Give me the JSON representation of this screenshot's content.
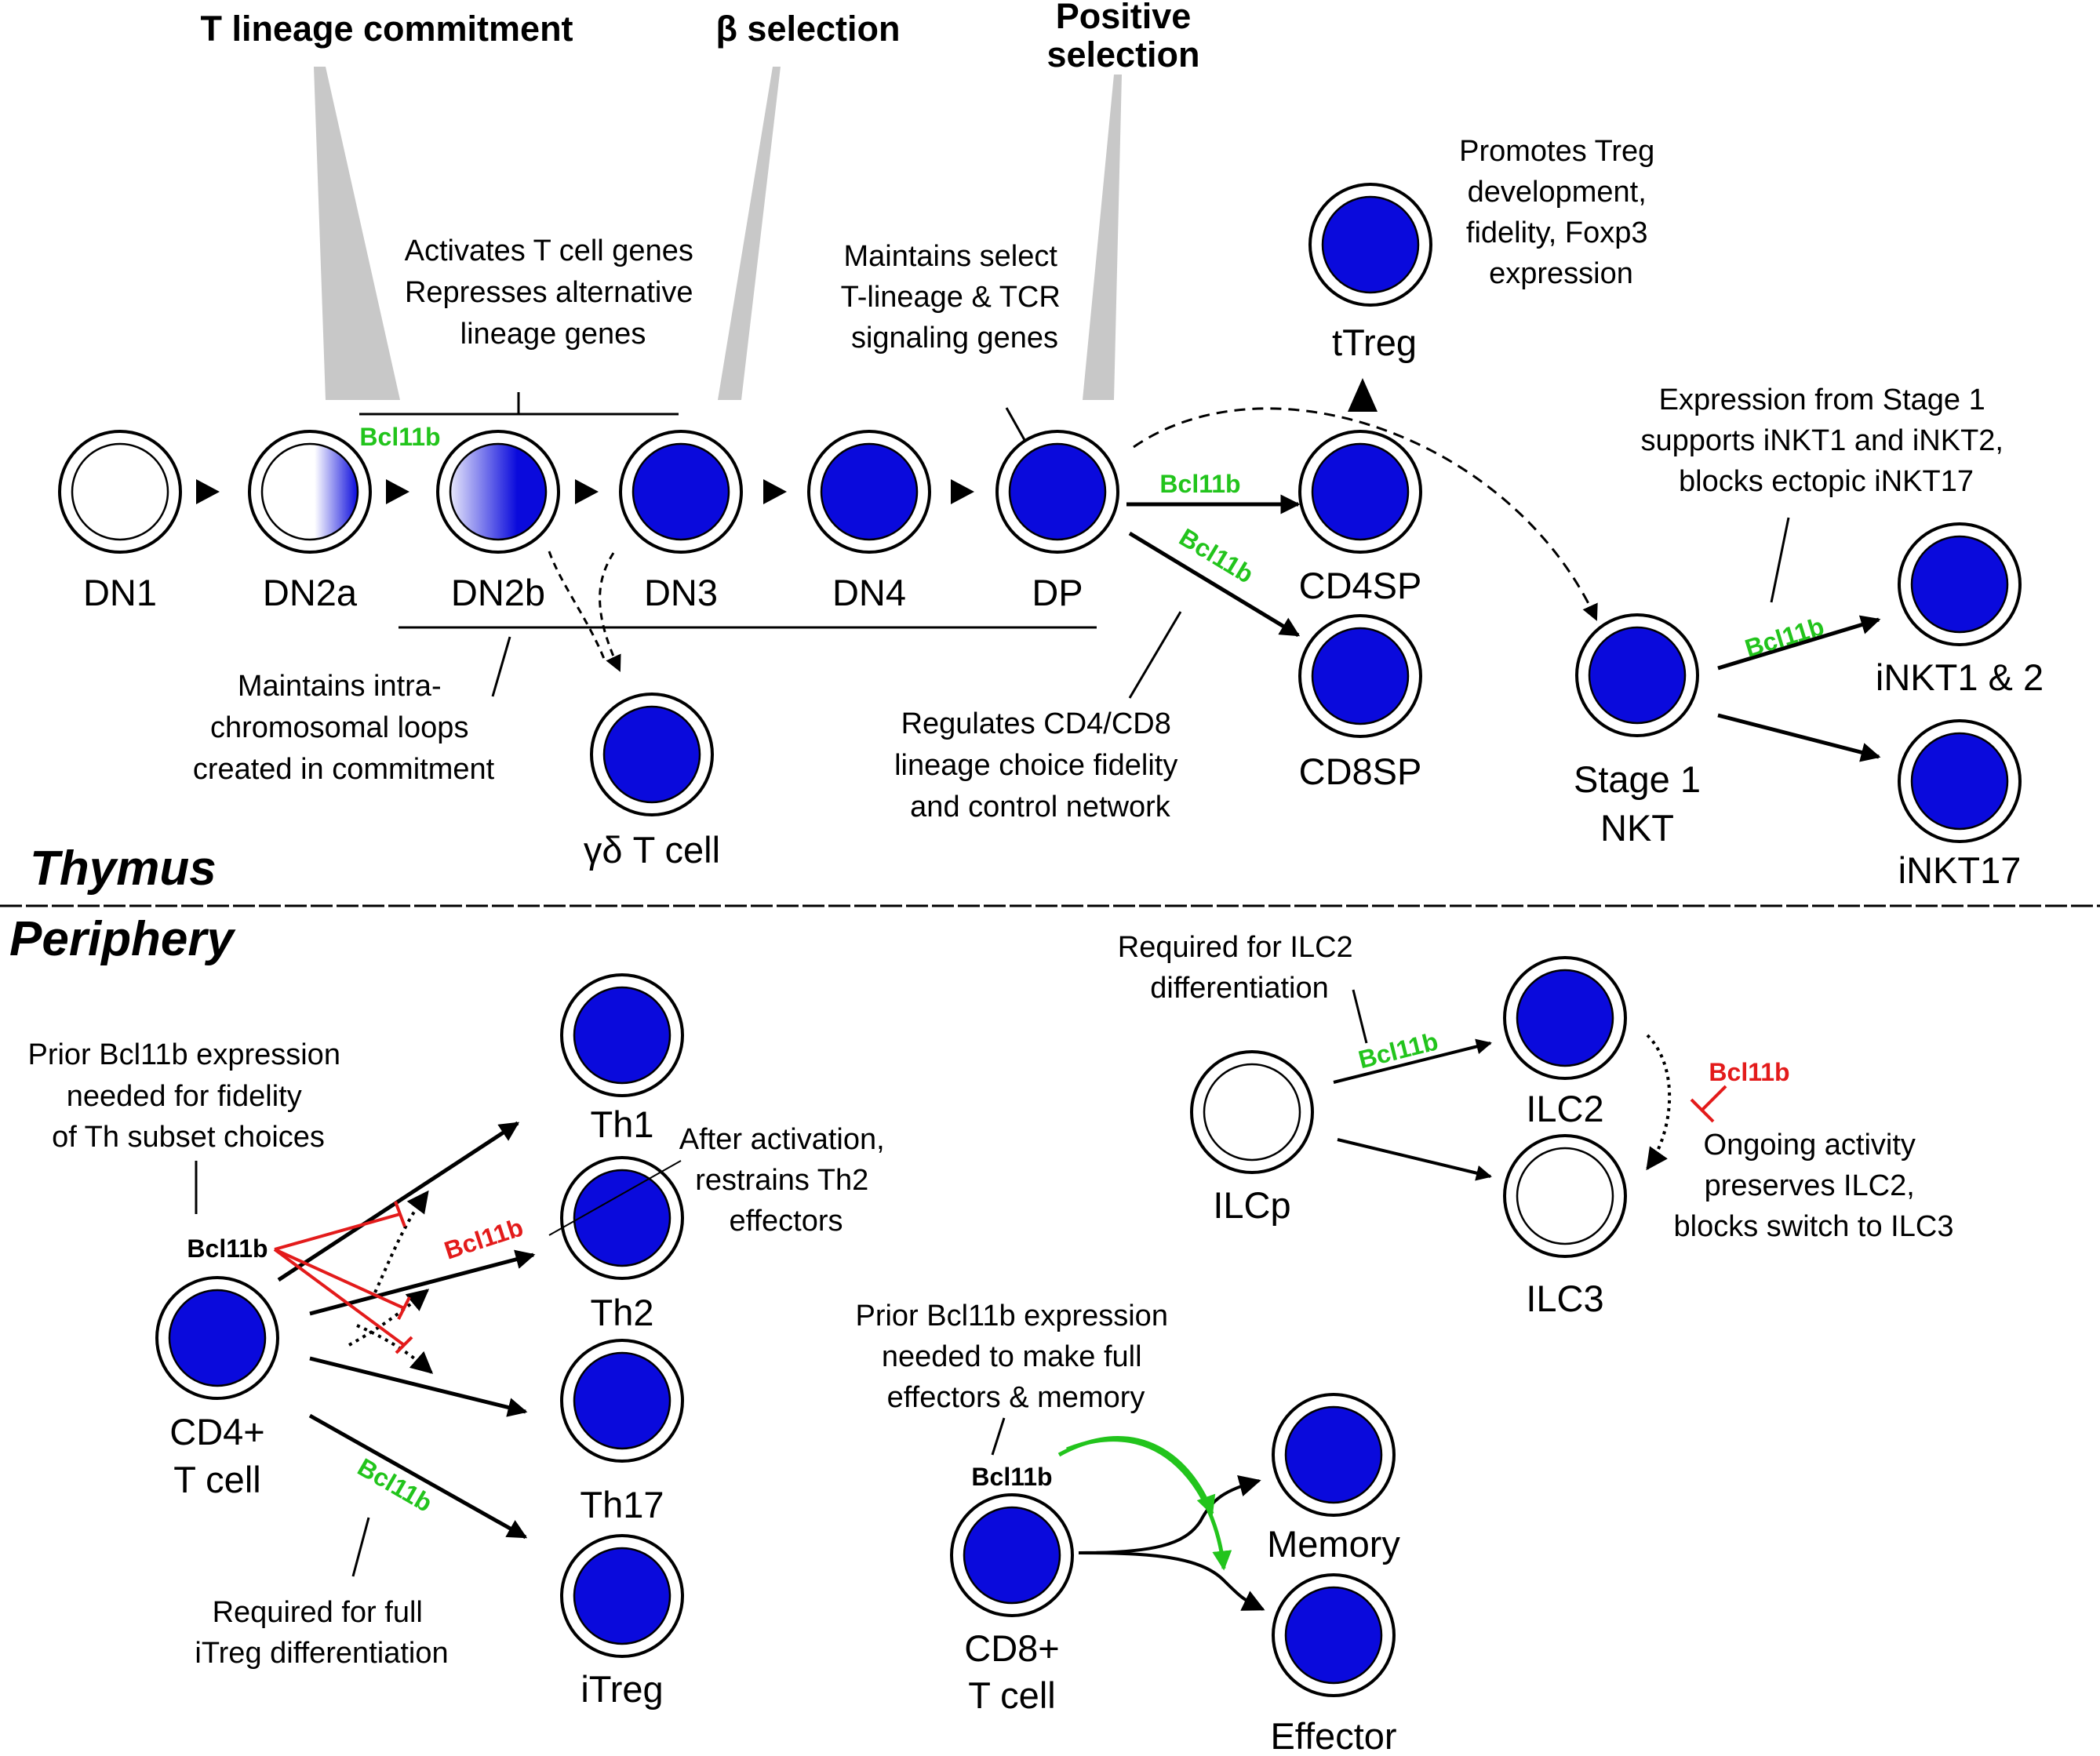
{
  "colors": {
    "cell_fill": "#0a0adc",
    "activation": "#22c41c",
    "repression": "#e31b1b",
    "checkpoint_wedge": "#c8c8c8"
  },
  "regions": {
    "thymus": "Thymus",
    "periphery": "Periphery"
  },
  "checkpoints": {
    "t_lineage": "T lineage commitment",
    "beta": "β selection",
    "positive_1": "Positive",
    "positive_2": "selection"
  },
  "gene": "Bcl11b",
  "cells": {
    "dn1": "DN1",
    "dn2a": "DN2a",
    "dn2b": "DN2b",
    "dn3": "DN3",
    "dn4": "DN4",
    "dp": "DP",
    "cd4sp": "CD4SP",
    "cd8sp": "CD8SP",
    "ttreg": "tTreg",
    "gd": "γδ T cell",
    "stage1_1": "Stage 1",
    "stage1_2": "NKT",
    "inkt12": "iNKT1 & 2",
    "inkt17": "iNKT17",
    "th1": "Th1",
    "th2": "Th2",
    "th17": "Th17",
    "itreg": "iTreg",
    "cd4t_1": "CD4+",
    "cd4t_2": "T cell",
    "cd8t_1": "CD8+",
    "cd8t_2": "T cell",
    "memory": "Memory",
    "effector": "Effector",
    "ilcp": "ILCp",
    "ilc2": "ILC2",
    "ilc3": "ILC3"
  },
  "annotations": {
    "commitment": [
      "Activates T cell genes",
      "Represses alternative",
      "lineage genes"
    ],
    "dp_maintains": [
      "Maintains select",
      "T-lineage & TCR",
      "signaling genes"
    ],
    "treg": [
      "Promotes Treg",
      "development,",
      "fidelity, Foxp3",
      "expression"
    ],
    "nkt": [
      "Expression from Stage 1",
      "supports iNKT1 and iNKT2,",
      "blocks ectopic iNKT17"
    ],
    "loops": [
      "Maintains intra-",
      "chromosomal loops",
      "created in commitment"
    ],
    "cd4cd8": [
      "Regulates CD4/CD8",
      "lineage choice fidelity",
      "and control network"
    ],
    "th_fidelity": [
      "Prior Bcl11b expression",
      "needed for fidelity",
      "of Th subset choices"
    ],
    "th2_restrain": [
      "After activation,",
      "restrains Th2",
      "effectors"
    ],
    "itreg_req": [
      "Required for full",
      "iTreg differentiation"
    ],
    "cd8_memory": [
      "Prior Bcl11b expression",
      "needed to make full",
      "effectors & memory"
    ],
    "ilc2_req": [
      "Required for ILC2",
      "differentiation"
    ],
    "ilc_ongoing": [
      "Ongoing activity",
      "preserves ILC2,",
      "blocks switch to ILC3"
    ]
  }
}
